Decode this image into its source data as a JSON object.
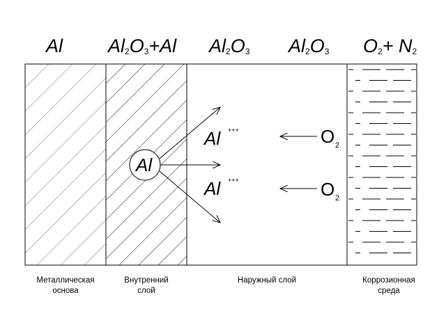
{
  "headers": {
    "metal": {
      "main": "Al"
    },
    "inner": {
      "p1": "Al",
      "s1": "2",
      "p2": "O",
      "s2": "3",
      "p3": "+Al"
    },
    "outer1": {
      "p1": "Al",
      "s1": "2",
      "p2": "O",
      "s2": "3"
    },
    "outer2": {
      "p1": "Al",
      "s1": "2",
      "p2": "O",
      "s2": "3"
    },
    "env": {
      "p1": "O",
      "s1": "2",
      "p2": "+ N",
      "s2": "2"
    }
  },
  "species": {
    "al_center": "Al",
    "ion_top": {
      "symbol": "Al",
      "charge": "+++"
    },
    "ion_bottom": {
      "symbol": "Al",
      "charge": "+++"
    },
    "oxygen_top": {
      "symbol": "O",
      "index": "2"
    },
    "oxygen_bottom": {
      "symbol": "O",
      "index": "2"
    }
  },
  "captions": {
    "metal": {
      "line1": "Металлическая",
      "line2": "основа"
    },
    "inner": {
      "line1": "Внутренний",
      "line2": "слой"
    },
    "outer": {
      "line1": "Наружный слой"
    },
    "env": {
      "line1": "Коррозионная",
      "line2": "среда"
    }
  }
}
